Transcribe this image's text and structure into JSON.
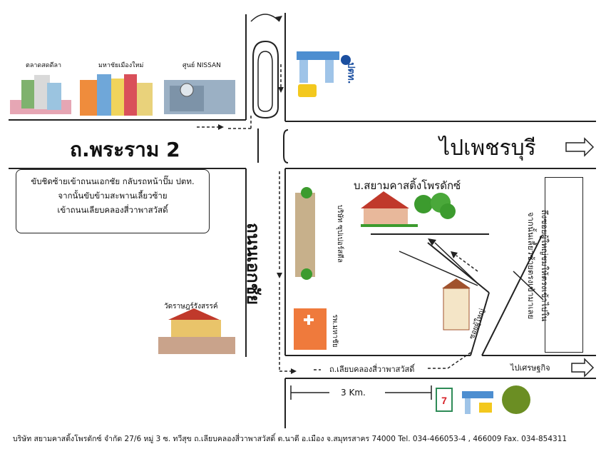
{
  "roads": {
    "rama2": "ถ.พระราม 2",
    "to_phetchaburi": "ไปเพชรบุรี",
    "ekachai": "ถนนเอกชัย",
    "liap_khlong": "ถ.เลียบคลองสี่วาพาสวัสดิ์",
    "to_setthakit": "ไปเศรษฐกิจ",
    "side_soi": "ซอยผู้ใหญ่..."
  },
  "landmarks": {
    "market": "ตลาดสดดีลา",
    "mahachai": "มหาชัยเมืองใหม่",
    "nissan": "ศูนย์ NISSAN",
    "ptt": "ปตท.",
    "company": "บ.สยามคาสติ้งโพรดักซ์",
    "factory": "บริษัท ซุปเปอร์สตีล",
    "hospital": "รพ.มหาชัย",
    "temple": "วัดราษฎร์รังสรรค์",
    "seven_eleven": "7-ELEVEN",
    "amazon": "Amazon"
  },
  "callout": {
    "lines": [
      "ขับชิดซ้ายเข้าถนนเอกชัย กลับรถหน้าปั๊ม ปตท.",
      "จากนั้นขับข้ามสะพานเลี้ยวซ้าย",
      "เข้าถนนเลียบคลองสี่วาพาสวัสดิ์"
    ]
  },
  "side_note": {
    "lines": [
      "ถึงซอยผู้ใหญ่ชมให้ตรงเข้าไปใน",
      "จากนั้นเลี้ยวซ้ายตรงเข้ามาเลย"
    ]
  },
  "distance": "3 Km.",
  "footer": "บริษัท สยามคาสติ้งโพรดักซ์ จำกัด    27/6 หมู่ 3 ซ. ทวีสุข ถ.เลียบคลองสี่วาพาสวัสดิ์ ต.นาดี อ.เมือง จ.สมุทรสาคร 74000 Tel. 034-466053-4 , 466009 Fax. 034-854311",
  "colors": {
    "ptt_blue": "#1b4fa0",
    "ptt_red": "#d61f26",
    "roof_red": "#c0392b",
    "tree_green": "#3c9b2e"
  }
}
